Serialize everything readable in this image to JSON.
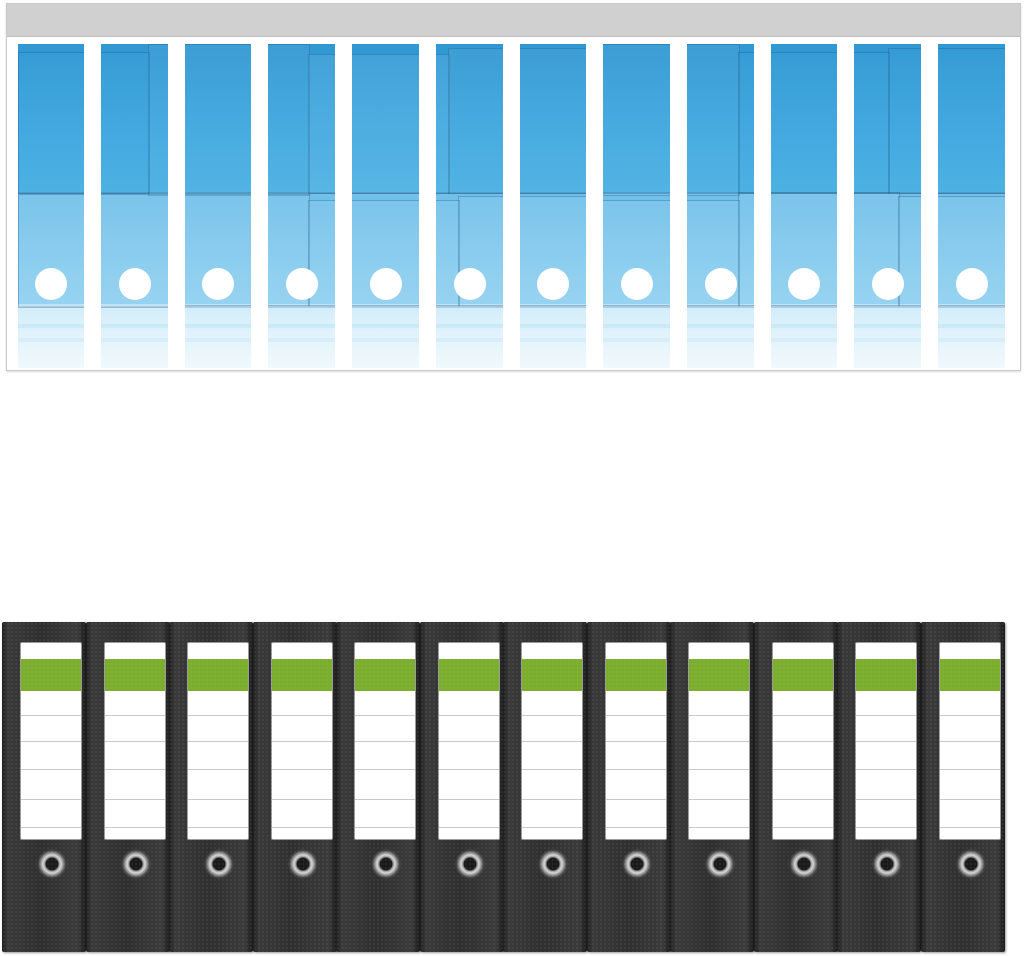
{
  "sticker_sheet": {
    "spine_count": 12,
    "theme": "blue-cubes",
    "colors": {
      "header": "#d0d0d0",
      "artwork_dark": "#2f97d2",
      "artwork_light": "#b9e2f6",
      "hole": "#ffffff"
    }
  },
  "binder_row": {
    "binder_count": 12,
    "colors": {
      "cover": "#2f2f2f",
      "label_band": "#7aae2c",
      "label": "#ffffff"
    },
    "icon": "ring-finger-hole-icon"
  }
}
